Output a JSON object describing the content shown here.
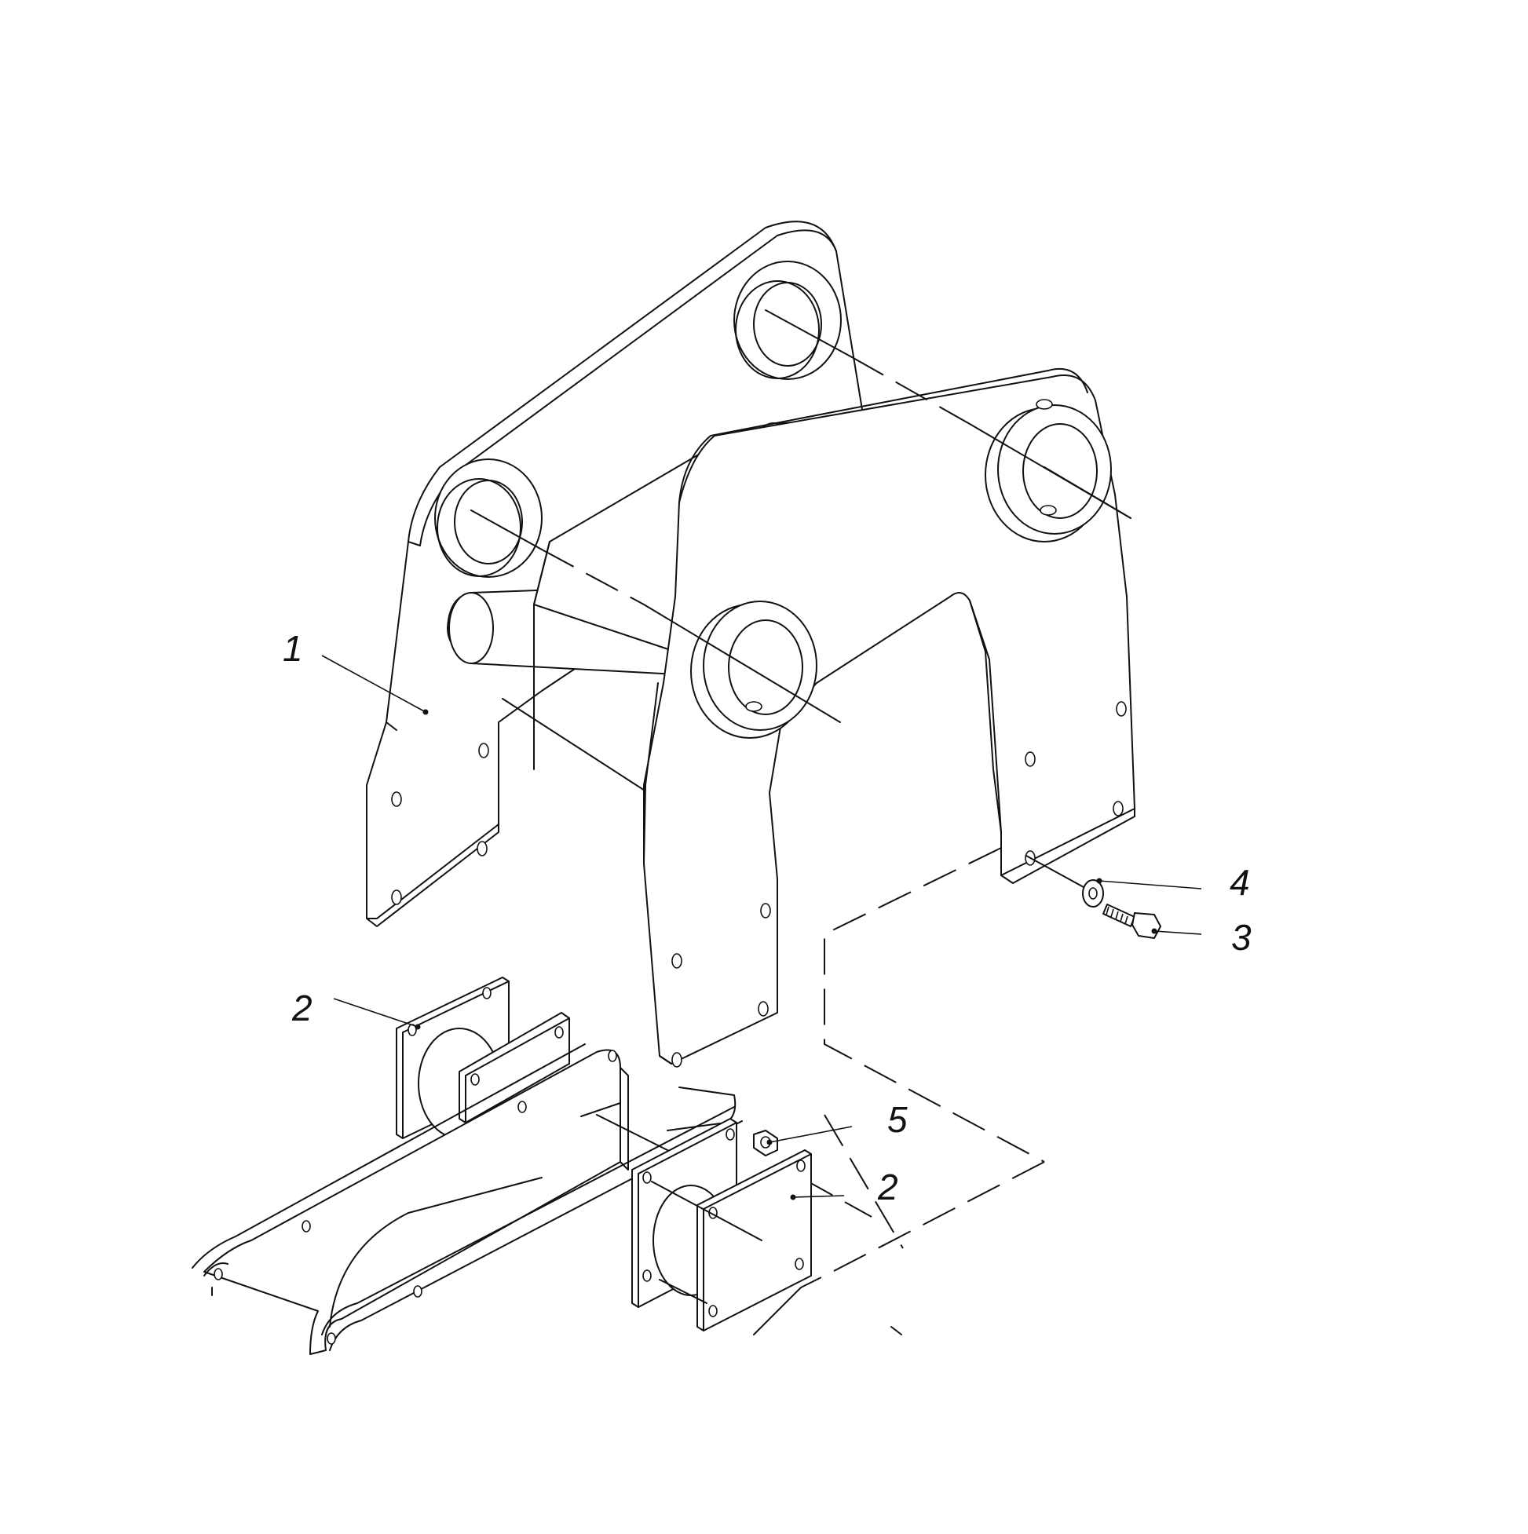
{
  "callouts": [
    {
      "id": "c1",
      "label": "1"
    },
    {
      "id": "c2a",
      "label": "2"
    },
    {
      "id": "c2b",
      "label": "2"
    },
    {
      "id": "c3",
      "label": "3"
    },
    {
      "id": "c4",
      "label": "4"
    },
    {
      "id": "c5",
      "label": "5"
    }
  ]
}
